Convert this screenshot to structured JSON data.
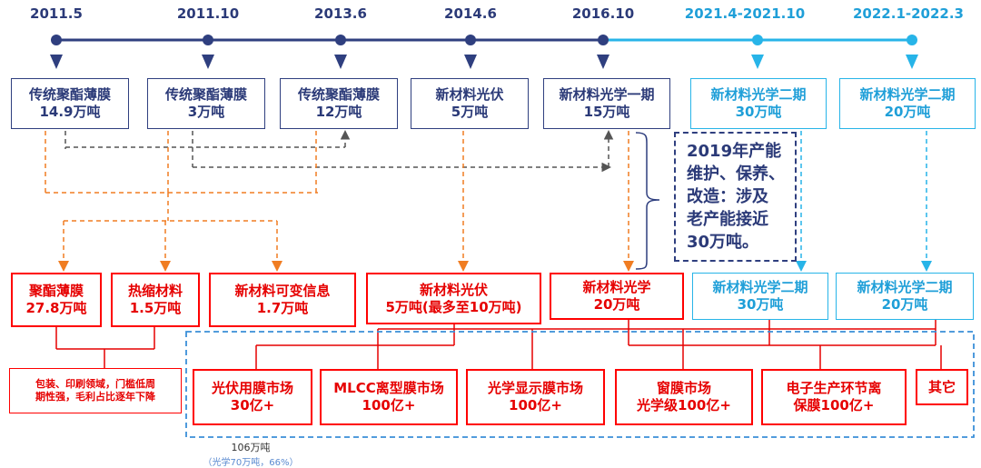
{
  "timeline": {
    "dates": [
      "2011.5",
      "2011.10",
      "2013.6",
      "2014.6",
      "2016.10",
      "2021.4-2021.10",
      "2022.1-2022.3"
    ]
  },
  "top_boxes": [
    {
      "line1": "传统聚酯薄膜",
      "line2": "14.9万吨"
    },
    {
      "line1": "传统聚酯薄膜",
      "line2": "3万吨"
    },
    {
      "line1": "传统聚酯薄膜",
      "line2": "12万吨"
    },
    {
      "line1": "新材料光伏",
      "line2": "5万吨"
    },
    {
      "line1": "新材料光学一期",
      "line2": "15万吨"
    },
    {
      "line1": "新材料光学二期",
      "line2": "30万吨"
    },
    {
      "line1": "新材料光学二期",
      "line2": "20万吨"
    }
  ],
  "note": {
    "lines": [
      "2019年产能",
      "维护、保养、",
      "改造：涉及",
      "老产能接近",
      "30万吨。"
    ]
  },
  "mid_boxes": [
    {
      "line1": "聚酯薄膜",
      "line2": "27.8万吨"
    },
    {
      "line1": "热缩材料",
      "line2": "1.5万吨"
    },
    {
      "line1": "新材料可变信息",
      "line2": "1.7万吨"
    },
    {
      "line1": "新材料光伏",
      "line2": "5万吨(最多至10万吨)"
    },
    {
      "line1": "新材料光学",
      "line2": "20万吨"
    },
    {
      "line1": "新材料光学二期",
      "line2": "30万吨"
    },
    {
      "line1": "新材料光学二期",
      "line2": "20万吨"
    }
  ],
  "packaging_note": {
    "line1": "包装、印刷领域，门槛低周",
    "line2": "期性强，毛利占比逐年下降"
  },
  "markets": [
    {
      "line1": "光伏用膜市场",
      "line2": "30亿+"
    },
    {
      "line1": "MLCC离型膜市场",
      "line2": "100亿+"
    },
    {
      "line1": "光学显示膜市场",
      "line2": "100亿+"
    },
    {
      "line1": "窗膜市场",
      "line2": "光学级100亿+"
    },
    {
      "line1": "电子生产环节离",
      "line2": "保膜100亿+"
    },
    {
      "line1": "其它",
      "line2": ""
    }
  ],
  "footnote": {
    "total": "106万吨",
    "detail": "（光学70万吨，66%）"
  },
  "colors": {
    "navy": "#2f3f7f",
    "blue": "#27b4e8",
    "red": "#ff0000",
    "orange": "#f07d22",
    "gray": "#555555",
    "dashed_blue": "#3a8fd8"
  }
}
